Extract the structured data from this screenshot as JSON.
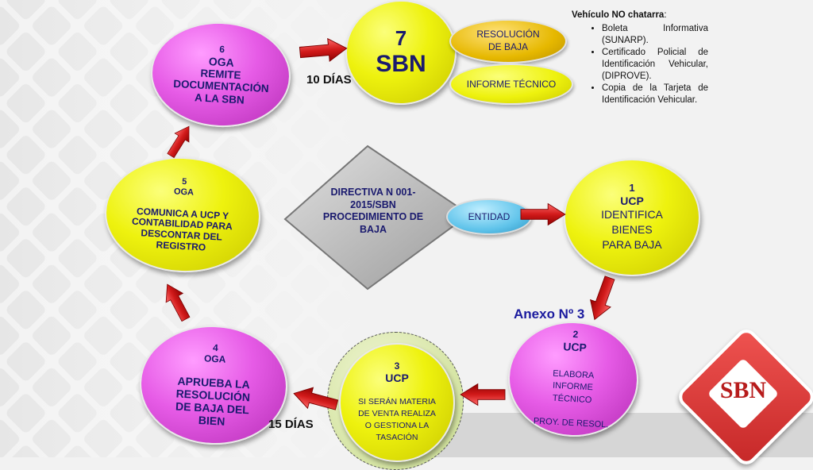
{
  "nodes": {
    "n1": {
      "num": "1",
      "org": "UCP",
      "desc": "IDENTIFICA BIENES PARA BAJA"
    },
    "n2": {
      "num": "2",
      "org": "UCP",
      "desc": "ELABORA INFORME TÉCNICO",
      "extra": "PROY. DE RESOL."
    },
    "n3": {
      "num": "3",
      "org": "UCP",
      "desc": "SI SERÁN MATERIA DE VENTA REALIZA O GESTIONA LA TASACIÓN"
    },
    "n4": {
      "num": "4",
      "org": "OGA",
      "desc": "APRUEBA LA RESOLUCIÓN DE BAJA DEL BIEN"
    },
    "n5": {
      "num": "5",
      "org": "OGA",
      "desc": "COMUNICA A UCP Y CONTABILIDAD PARA DESCONTAR DEL REGISTRO"
    },
    "n6": {
      "num": "6",
      "org": "OGA",
      "desc": "REMITE DOCUMENTACIÓN A LA SBN"
    },
    "n7": {
      "num": "7",
      "org": "SBN"
    }
  },
  "directive": {
    "text": "DIRECTIVA N 001-2015/SBN PROCEDIMIENTO DE BAJA"
  },
  "entity": {
    "text": "ENTIDAD"
  },
  "outputs": {
    "resolution": "RESOLUCIÓN DE BAJA",
    "report": "INFORME TÉCNICO"
  },
  "durations": {
    "d10": "10 DÍAS",
    "d15": "15 DÍAS"
  },
  "annex": "Anexo Nº 3",
  "notes": {
    "title": "Vehículo NO chatarra",
    "title_suffix": ":",
    "items": [
      "Boleta Informativa (SUNARP).",
      "Certificado Policial de Identificación Vehicular, (DIPROVE).",
      "Copia de la Tarjeta de Identificación Vehicular."
    ]
  },
  "logo": {
    "text": "SBN"
  },
  "colors": {
    "yellow": "#eef20e",
    "magenta": "#e65be6",
    "arrow": "#d11a1a",
    "text": "#1a1a6e",
    "logo_red": "#d32f2f",
    "entity_blue": "#5fc3ea",
    "output_gold": "#e6b800"
  }
}
